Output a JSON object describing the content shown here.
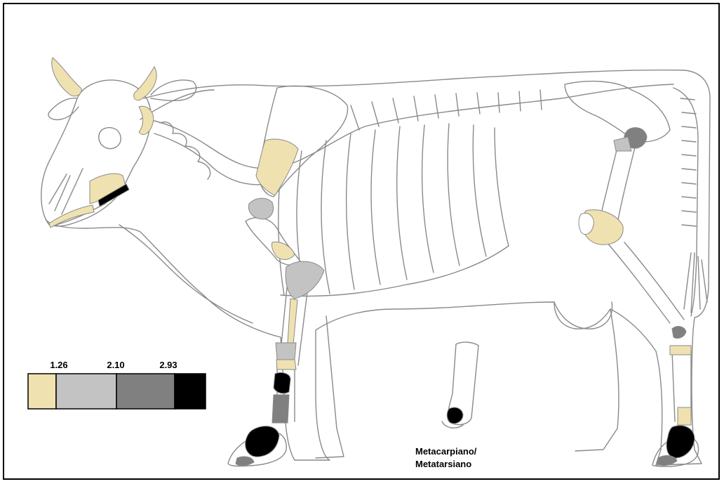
{
  "legend": {
    "thresholds": [
      "1.26",
      "2.10",
      "2.93"
    ],
    "colors": {
      "cream": "#efe2b0",
      "light_gray": "#c3c3c3",
      "dark_gray": "#808080",
      "black": "#000000"
    }
  },
  "label": {
    "line1": "Metacarpiano/",
    "line2": "Metatarsiano"
  }
}
